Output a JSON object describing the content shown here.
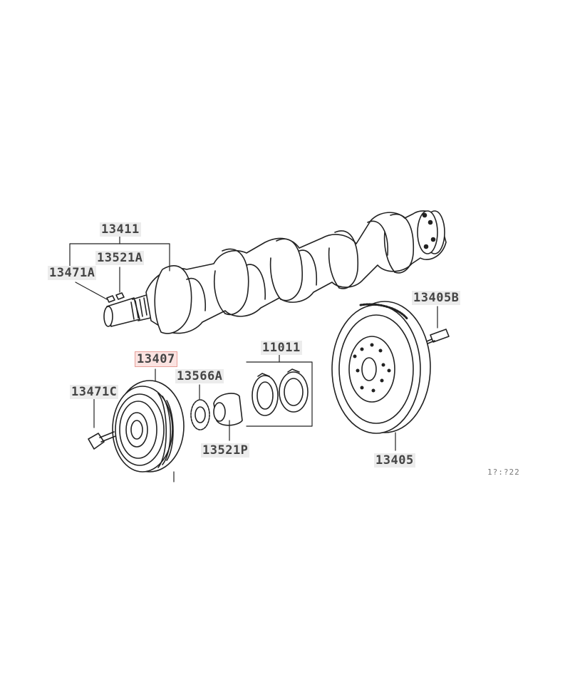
{
  "diagram": {
    "parts": [
      {
        "id": "13411",
        "label": "13411"
      },
      {
        "id": "13521A",
        "label": "13521A"
      },
      {
        "id": "13471A",
        "label": "13471A"
      },
      {
        "id": "13405B",
        "label": "13405B"
      },
      {
        "id": "13407",
        "label": "13407",
        "highlighted": true,
        "highlight_color": "#e8a09a"
      },
      {
        "id": "11011",
        "label": "11011"
      },
      {
        "id": "13566A",
        "label": "13566A"
      },
      {
        "id": "13471C",
        "label": "13471C"
      },
      {
        "id": "13521P",
        "label": "13521P"
      },
      {
        "id": "13405",
        "label": "13405"
      }
    ],
    "figure_code": "1?:?22"
  }
}
